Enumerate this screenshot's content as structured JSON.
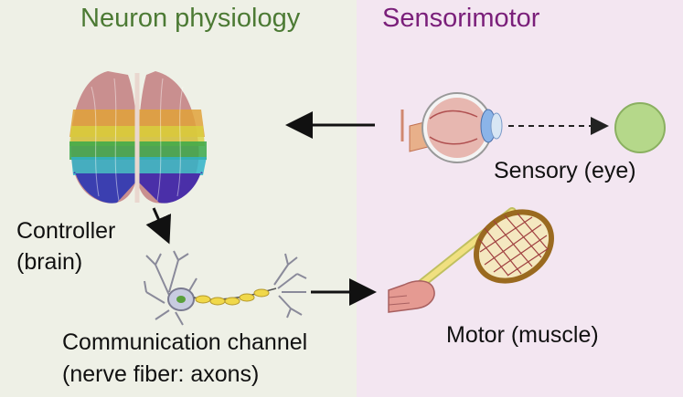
{
  "headings": {
    "neuron_physiology": "Neuron physiology",
    "sensorimotor": "Sensorimotor"
  },
  "labels": {
    "controller": "Controller",
    "controller_sub": "(brain)",
    "communication": "Communication channel",
    "communication_sub": "(nerve fiber: axons)",
    "sensory": "Sensory (eye)",
    "motor": "Motor (muscle)"
  },
  "colors": {
    "left_panel": "#eef0e6",
    "right_panel": "#f3e6f1",
    "left_heading": "#4c7a34",
    "right_heading": "#7a1f7a",
    "target_ball": "#b5d88a"
  },
  "icons": [
    "brain-icon",
    "neuron-icon",
    "eye-icon",
    "target-ball-icon",
    "tennis-racket-icon",
    "hand-icon"
  ]
}
